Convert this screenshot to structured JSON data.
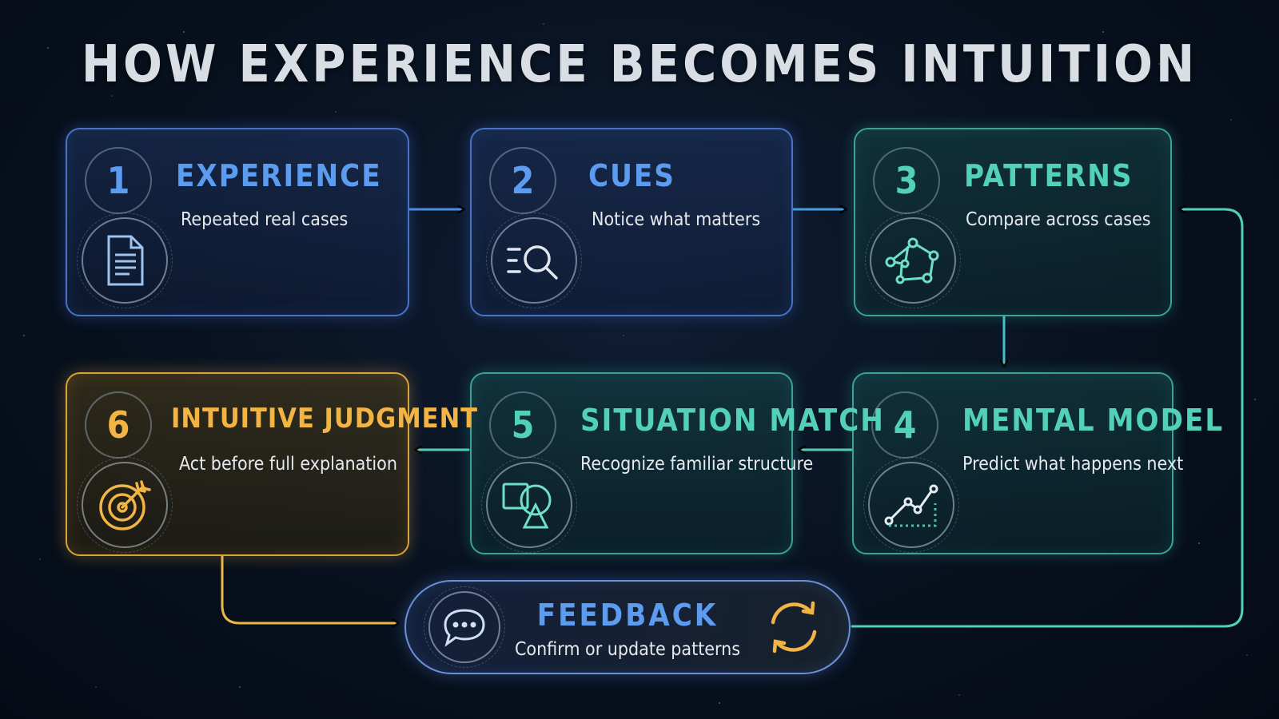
{
  "title": "HOW EXPERIENCE BECOMES INTUITION",
  "steps": [
    {
      "number": "1",
      "title": "EXPERIENCE",
      "subtitle": "Repeated real cases",
      "icon": "document-icon",
      "color": "#5b9cf0"
    },
    {
      "number": "2",
      "title": "CUES",
      "subtitle": "Notice what matters",
      "icon": "search-list-icon",
      "color": "#5b9cf0"
    },
    {
      "number": "3",
      "title": "PATTERNS",
      "subtitle": "Compare across cases",
      "icon": "network-nodes-icon",
      "color": "#52d1b8"
    },
    {
      "number": "4",
      "title": "MENTAL MODEL",
      "subtitle": "Predict what happens next",
      "icon": "trend-line-icon",
      "color": "#52d1b8"
    },
    {
      "number": "5",
      "title": "SITUATION MATCH",
      "subtitle": "Recognize familiar structure",
      "icon": "shapes-icon",
      "color": "#52d1b8"
    },
    {
      "number": "6",
      "title": "INTUITIVE JUDGMENT",
      "subtitle": "Act before full explanation",
      "icon": "target-icon",
      "color": "#f2b544"
    }
  ],
  "feedback": {
    "title": "FEEDBACK",
    "subtitle": "Confirm or update patterns",
    "icons": [
      "chat-bubble-icon",
      "refresh-cycle-icon"
    ]
  },
  "colors": {
    "blue": "#5b9cf0",
    "teal": "#52d1b8",
    "gold": "#f2b544",
    "background": "#08111f"
  }
}
